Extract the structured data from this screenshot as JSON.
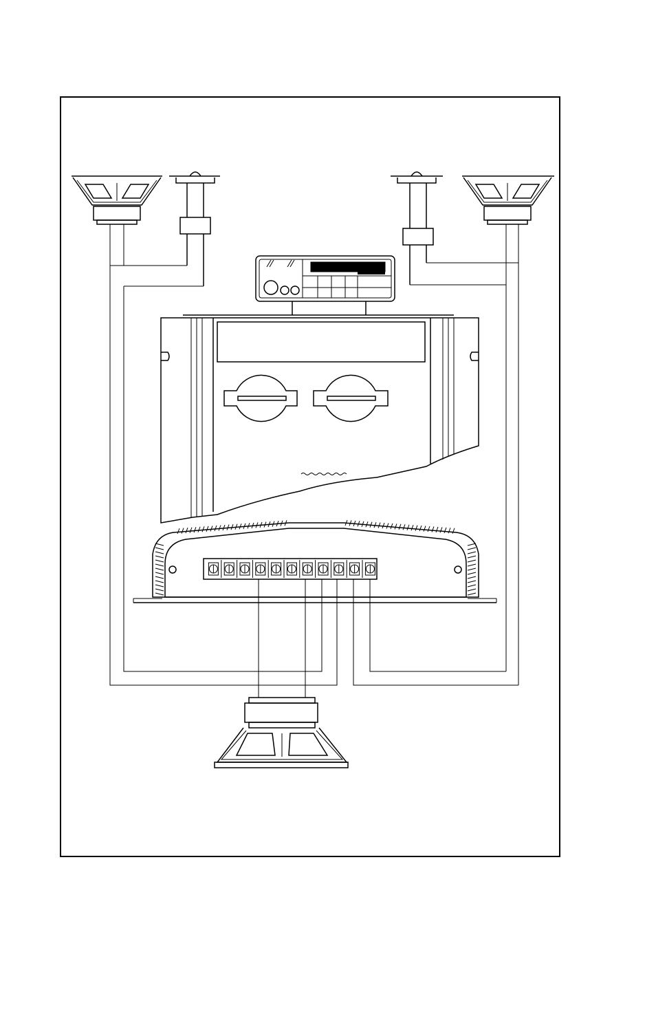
{
  "diagram": {
    "frame": "border",
    "components": [
      {
        "id": "door-speaker-left",
        "icon": "speaker-icon"
      },
      {
        "id": "tweeter-left",
        "icon": "tweeter-icon"
      },
      {
        "id": "tweeter-right",
        "icon": "tweeter-icon"
      },
      {
        "id": "door-speaker-right",
        "icon": "speaker-icon"
      },
      {
        "id": "head-unit",
        "icon": "car-radio-icon"
      },
      {
        "id": "amplifier-top-view",
        "icon": "amplifier-icon"
      },
      {
        "id": "amplifier-front-view",
        "icon": "amplifier-terminals-icon",
        "terminal_count": 11
      },
      {
        "id": "subwoofer",
        "icon": "speaker-icon"
      }
    ],
    "colors": {
      "line": "#000000",
      "background": "#ffffff"
    }
  }
}
